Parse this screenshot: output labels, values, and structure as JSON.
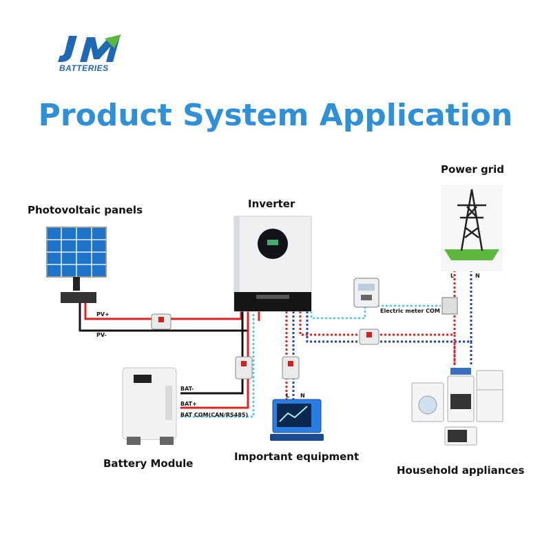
{
  "brand": {
    "logo_text": "JM",
    "logo_sub": "BATTERIES"
  },
  "title": "Product System Application",
  "labels": {
    "pv_panels": "Photovoltaic panels",
    "inverter": "Inverter",
    "power_grid": "Power grid",
    "battery_module": "Battery Module",
    "important_equipment": "Important equipment",
    "household_appliances": "Household appliances"
  },
  "wire_labels": {
    "pv_plus": "PV+",
    "pv_minus": "PV-",
    "bat_minus": "BAT-",
    "bat_plus": "BAT+",
    "bat_com": "BAT COM(CAN/RS485)",
    "meter_com": "Electric meter COM",
    "equip_l": "L",
    "equip_n": "N",
    "grid_l": "L",
    "grid_n": "N"
  },
  "colors": {
    "title": "#2f8fd8",
    "live_wire": "#e02020",
    "neutral_wire": "#2040c0",
    "com_wire": "#40c8e0",
    "dc_negative": "#111111"
  }
}
